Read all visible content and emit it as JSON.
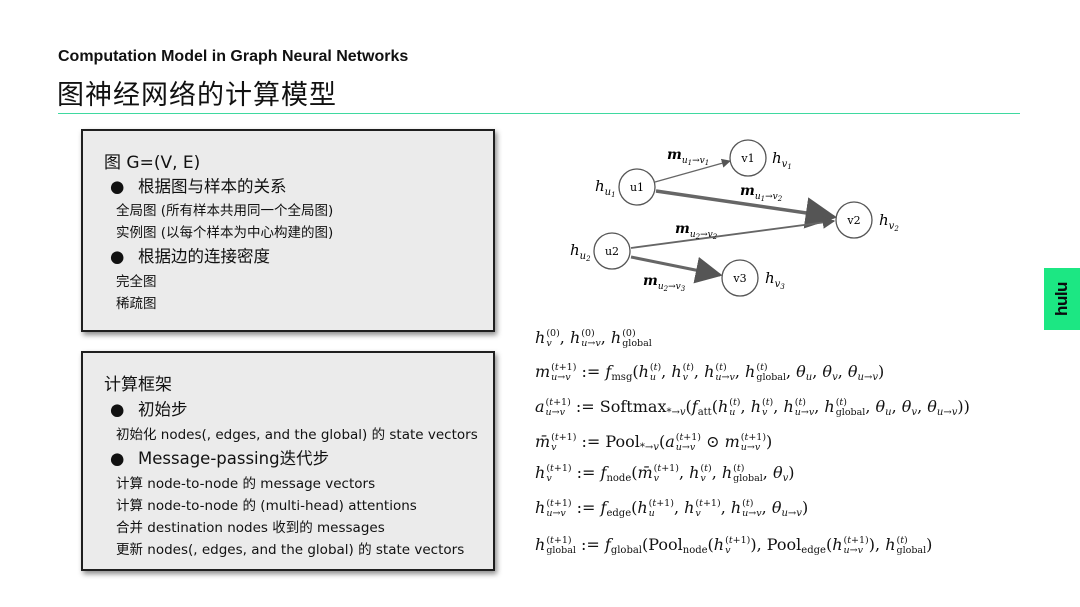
{
  "header": {
    "subtitle": "Computation Model in Graph Neural Networks",
    "title": "图神经网络的计算模型"
  },
  "box1": {
    "heading": "图 G=(V, E)",
    "bullet1": "根据图与样本的关系",
    "sub1": "全局图 (所有样本共用同一个全局图)",
    "sub2": "实例图 (以每个样本为中心构建的图)",
    "bullet2": "根据边的连接密度",
    "sub3": "完全图",
    "sub4": "稀疏图"
  },
  "box2": {
    "heading": "计算框架",
    "bullet1": "初始步",
    "sub1": "初始化 nodes(, edges, and the global) 的 state vectors",
    "bullet2": "Message-passing迭代步",
    "sub2": "计算 node-to-node 的 message vectors",
    "sub3": "计算 node-to-node 的 (multi-head) attentions",
    "sub4": "合并 destination nodes 收到的 messages",
    "sub5": "更新 nodes(, edges, and the global) 的 state vectors"
  },
  "graph": {
    "nodes": {
      "u1": "u1",
      "u2": "u2",
      "v1": "v1",
      "v2": "v2",
      "v3": "v3"
    }
  },
  "brand": {
    "logo_text": "hulu",
    "logo_color": "#1ce783"
  },
  "colors": {
    "accent_line": "#3fd9a0",
    "box_bg": "#ebebeb"
  }
}
